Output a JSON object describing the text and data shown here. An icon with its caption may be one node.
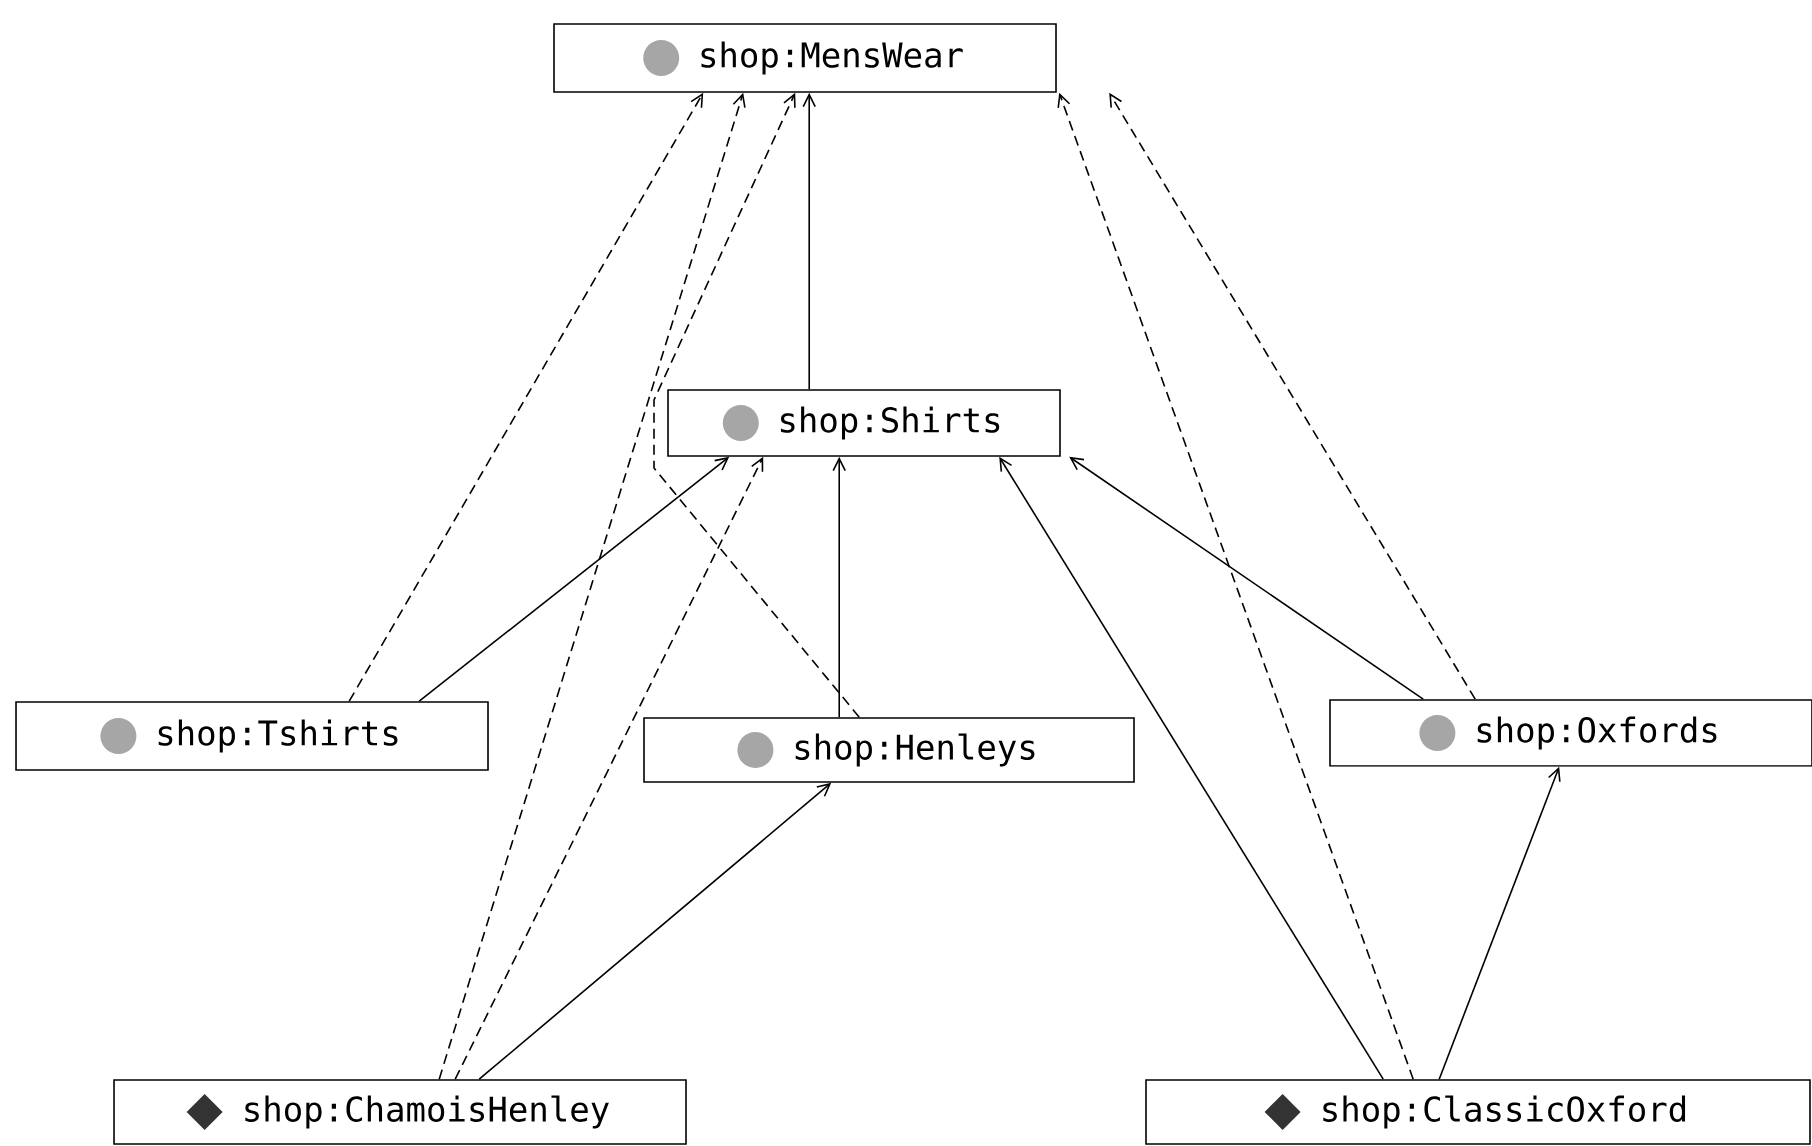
{
  "diagram": {
    "nodes": [
      {
        "text": [
          "shop:MensWear"
        ]
      },
      {
        "text": [
          "shop:Shirts"
        ]
      },
      {
        "text": [
          "shop:Tshirts"
        ]
      },
      {
        "text": [
          "shop:Henleys"
        ]
      },
      {
        "text": [
          "shop:Oxfords"
        ]
      },
      {
        "text": [
          "shop:ChamoisHenley"
        ]
      },
      {
        "text": [
          "shop:ClassicOxford"
        ]
      }
    ],
    "edges": [
      {
        "from": 1,
        "to": 0,
        "arrow": "to"
      },
      {
        "from": 2,
        "to": 0,
        "arrow": "to",
        "style": "dashed"
      },
      {
        "from": 2,
        "to": 1,
        "arrow": "to"
      },
      {
        "from": 3,
        "to": 1,
        "arrow": "to"
      },
      {
        "from": 3,
        "to": 0,
        "arrow": "to",
        "style": "dashed"
      },
      {
        "from": 4,
        "to": 1,
        "arrow": "to"
      },
      {
        "from": 4,
        "to": 0,
        "arrow": "to",
        "style": "dashed"
      },
      {
        "from": 5,
        "to": 0,
        "arrow": "to",
        "style": "dashed"
      },
      {
        "from": 5,
        "to": 1,
        "arrow": "to",
        "style": "dashed"
      },
      {
        "from": 5,
        "to": 3,
        "arrow": "to"
      },
      {
        "from": 6,
        "to": 1,
        "arrow": "to"
      },
      {
        "from": 6,
        "to": 0,
        "arrow": "to",
        "style": "dashed"
      },
      {
        "from": 6,
        "to": 4,
        "arrow": "to"
      }
    ]
  }
}
